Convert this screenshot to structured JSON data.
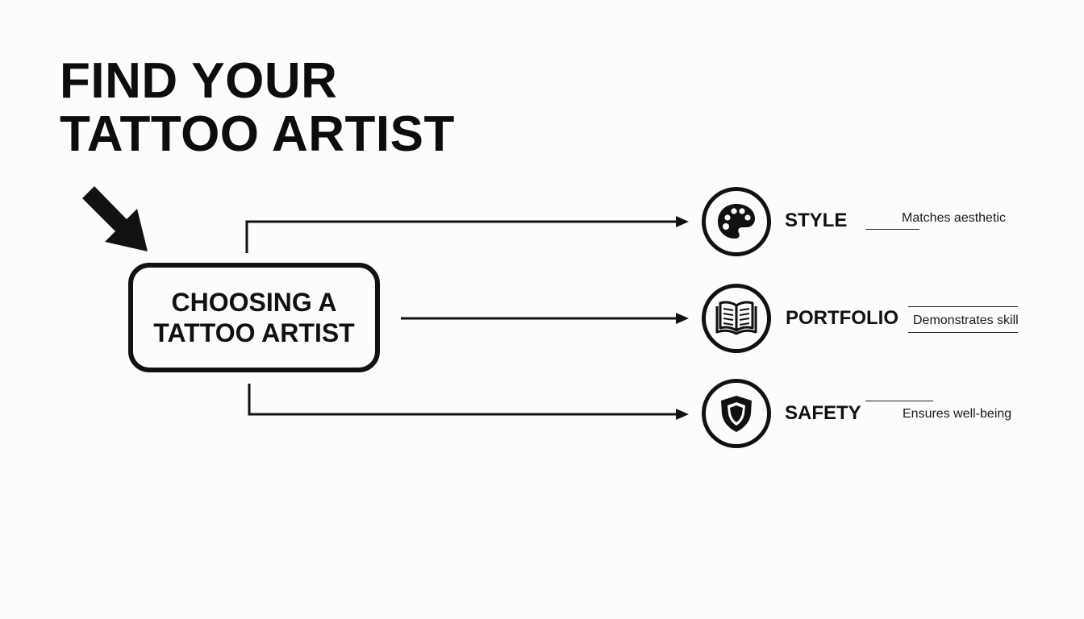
{
  "title": {
    "line1": "FIND YOUR",
    "line2": "TATTOO ARTIST"
  },
  "central": {
    "line1": "CHOOSING A",
    "line2": "TATTOO ARTIST"
  },
  "options": [
    {
      "label": "STYLE",
      "description": "Matches aesthetic",
      "icon": "palette-icon"
    },
    {
      "label": "PORTFOLIO",
      "description": "Demonstrates skill",
      "icon": "book-icon"
    },
    {
      "label": "SAFETY",
      "description": "Ensures well-being",
      "icon": "shield-icon"
    }
  ],
  "colors": {
    "background": "#fcfcfc",
    "ink": "#111111"
  }
}
